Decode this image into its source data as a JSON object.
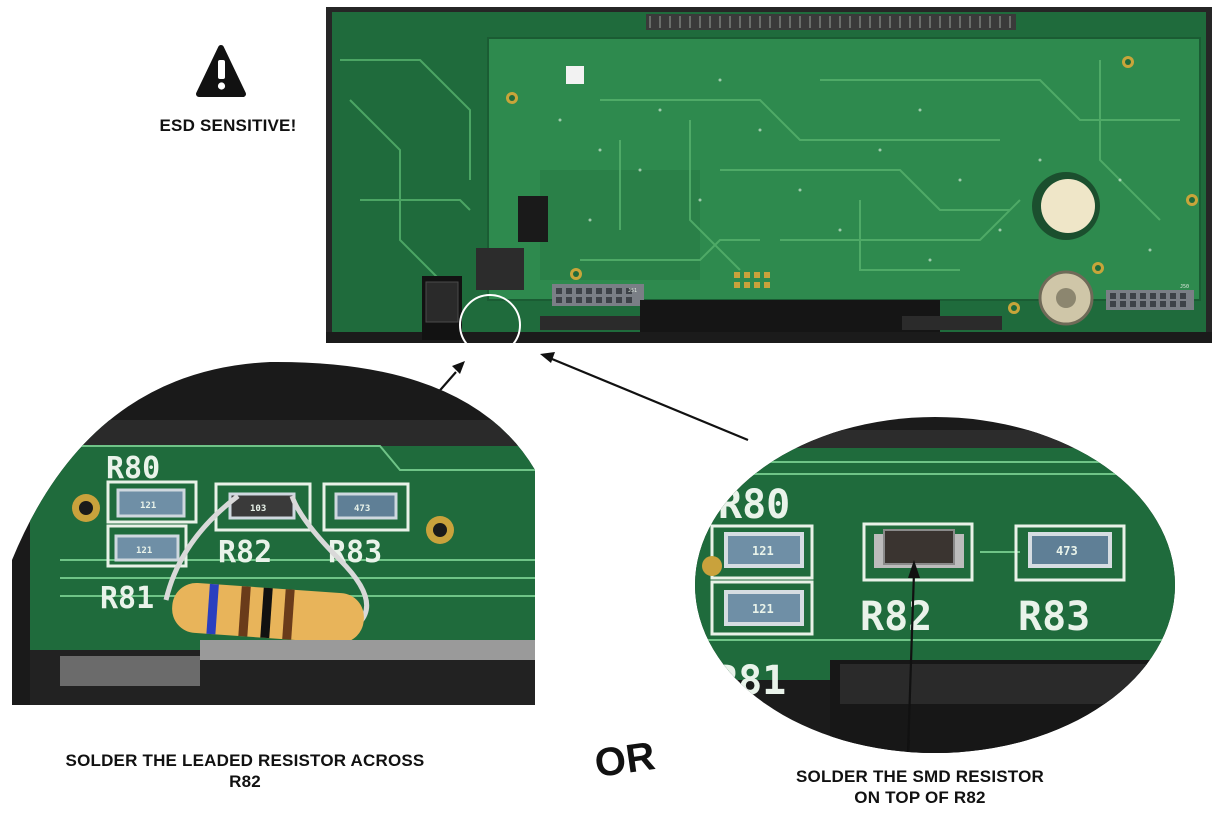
{
  "esd": {
    "icon": "warning-triangle-icon",
    "label": "ESD SENSITIVE!"
  },
  "board": {
    "silkscreen": [
      "J51",
      "J50",
      "R80",
      "R81",
      "R82",
      "R83",
      "121",
      "103",
      "473"
    ]
  },
  "captions": {
    "leaded_line1": "SOLDER THE LEADED RESISTOR ACROSS",
    "leaded_line2": "R82",
    "or": "OR",
    "smd_line1": "SOLDER THE SMD RESISTOR",
    "smd_line2": "ON TOP OF R82"
  },
  "colors": {
    "pcb_dark": "#1f6b3c",
    "pcb_light": "#2f8a4d",
    "trace": "#57b26e",
    "enclosure": "#2b2b2b",
    "resistor_body": "#e8b45a",
    "text": "#111111"
  }
}
